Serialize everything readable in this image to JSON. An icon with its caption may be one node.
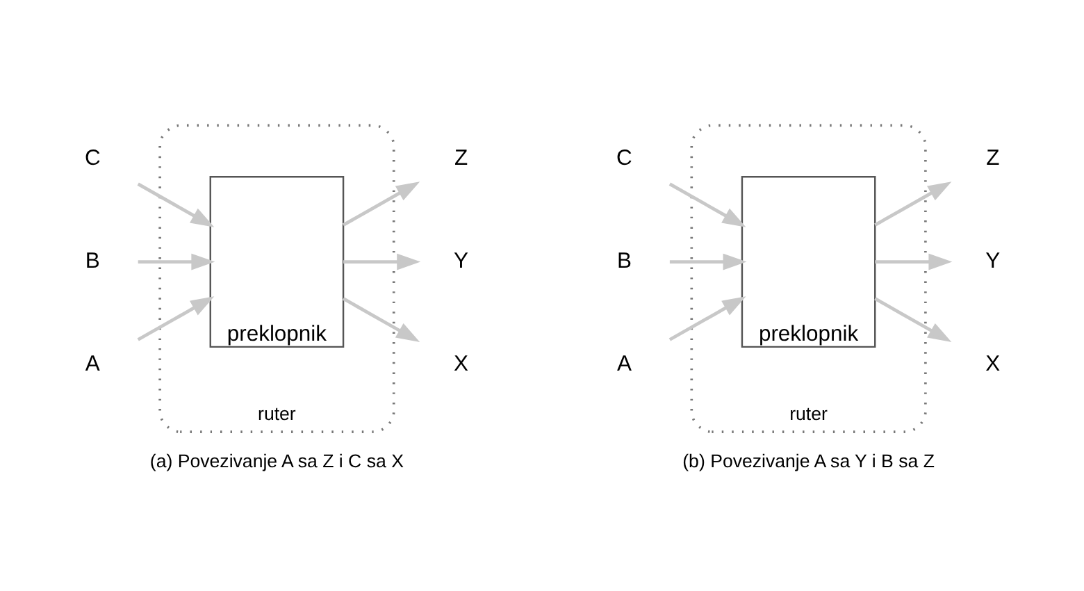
{
  "diagram": {
    "nodes": [
      {
        "text": [
          "ruter"
        ]
      },
      {
        "text": [
          "preklopnik"
        ],
        "in": 0
      },
      {
        "text": [
          "A"
        ]
      },
      {
        "text": [
          "B"
        ]
      },
      {
        "text": [
          "C"
        ]
      },
      {
        "text": [
          "X"
        ]
      },
      {
        "text": [
          "Y"
        ]
      },
      {
        "text": [
          "Z"
        ]
      },
      {
        "text": [
          "ruter"
        ]
      },
      {
        "text": [
          "preklopnik"
        ],
        "in": 8
      },
      {
        "text": [
          "A"
        ]
      },
      {
        "text": [
          "B"
        ]
      },
      {
        "text": [
          "C"
        ]
      },
      {
        "text": [
          "X"
        ]
      },
      {
        "text": [
          "Y"
        ]
      },
      {
        "text": [
          "Z"
        ]
      }
    ],
    "edges": [
      {
        "from": 2,
        "to": 1,
        "arrow": "to"
      },
      {
        "from": 3,
        "to": 1,
        "arrow": "to"
      },
      {
        "from": 4,
        "to": 1,
        "arrow": "to"
      },
      {
        "from": 1,
        "to": 5,
        "arrow": "to"
      },
      {
        "from": 1,
        "to": 6,
        "arrow": "to"
      },
      {
        "from": 1,
        "to": 7,
        "arrow": "to"
      },
      {
        "from": 10,
        "to": 9,
        "arrow": "to"
      },
      {
        "from": 11,
        "to": 9,
        "arrow": "to"
      },
      {
        "from": 12,
        "to": 9,
        "arrow": "to"
      },
      {
        "from": 9,
        "to": 13,
        "arrow": "to"
      },
      {
        "from": 9,
        "to": 14,
        "arrow": "to"
      },
      {
        "from": 9,
        "to": 15,
        "arrow": "to"
      }
    ],
    "labels": [
      "(a) Povezivanje A sa Z i C sa X",
      "(b) Povezivanje A sa Y i B sa Z"
    ]
  }
}
